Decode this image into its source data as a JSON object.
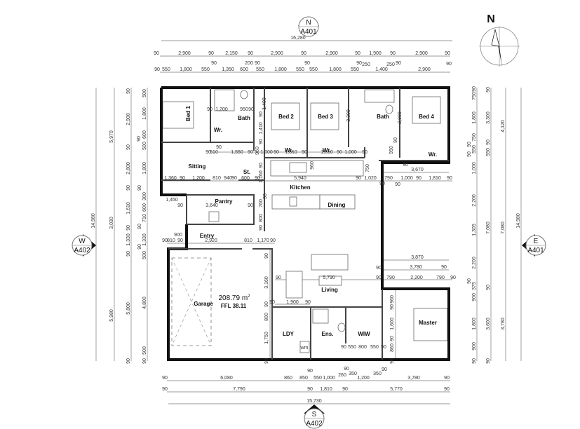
{
  "rooms": {
    "bed1": "Bed 1",
    "bath1": "Bath",
    "wr1": "Wr.",
    "bed2": "Bed 2",
    "bed3": "Bed 3",
    "bath2": "Bath",
    "bed4": "Bed 4",
    "wr2": "Wr.",
    "wr3": "Wr.",
    "wr4": "Wr.",
    "sitting": "Sitting",
    "store": "St.",
    "kitchen": "Kitchen",
    "pantry": "Pantry",
    "dining": "Dining",
    "entry": "Entry",
    "living": "Living",
    "garage": "Garage",
    "laundry": "LDY",
    "ensuite": "Ens.",
    "wiw": "WIW",
    "master": "Master",
    "washing_machine": "wm"
  },
  "summary": {
    "area": "208.79 m",
    "area_unit_sup": "2",
    "ffl": "FFL 38.11"
  },
  "compass": {
    "label": "N"
  },
  "section_markers": {
    "north": {
      "letter": "N",
      "sheet": "A401"
    },
    "south": {
      "letter": "S",
      "sheet": "A402"
    },
    "west": {
      "letter": "W",
      "sheet": "A402"
    },
    "east": {
      "letter": "E",
      "sheet": "A401"
    }
  },
  "dimensions": {
    "overall_top": "16,280",
    "overall_bottom": "15,730",
    "top_row1": [
      "90",
      "2,900",
      "90",
      "2,150",
      "90",
      "2,900",
      "90",
      "2,900",
      "90",
      "1,900",
      "90",
      "2,900",
      "90"
    ],
    "top_row2": [
      "90",
      "550",
      "1,800",
      "550",
      "90",
      "1,350",
      "600",
      "200",
      "90",
      "550",
      "1,800",
      "550",
      "90",
      "550",
      "1,800",
      "550",
      "90",
      "250",
      "1,400",
      "250",
      "90",
      "2,900",
      "90"
    ],
    "bottom_row1": [
      "90",
      "6,080",
      "860",
      "850",
      "90",
      "550",
      "1,000",
      "260",
      "90",
      "350",
      "1,200",
      "350",
      "90",
      "3,780",
      "90"
    ],
    "bottom_row2": [
      "90",
      "7,790",
      "90",
      "1,810",
      "90",
      "5,770",
      "90"
    ],
    "left_col1": "14,980",
    "left_col2": [
      "5,970",
      "3,030",
      "5,980"
    ],
    "left_col3": [
      "90",
      "2,900",
      "90",
      "2,800",
      "90",
      "1,610",
      "90",
      "1,330",
      "90",
      "5,800",
      "90"
    ],
    "left_col4": [
      "500",
      "1,800",
      "90",
      "500",
      "600",
      "1,800",
      "90",
      "300",
      "600",
      "710",
      "90",
      "1,330",
      "90",
      "500",
      "4,800",
      "500",
      "90"
    ],
    "right_col1": [
      "90",
      "750",
      "1,800",
      "750",
      "90",
      "550",
      "90",
      "1,000",
      "2,200",
      "1,305",
      "2,200",
      "90",
      "375",
      "900",
      "1,800",
      "900",
      "90"
    ],
    "right_col2": [
      "90",
      "3,300",
      "90",
      "550",
      "7,080",
      "90",
      "3,600",
      "90"
    ],
    "right_col3": [
      "4,120",
      "7,080",
      "3,780"
    ],
    "right_col4": "14,980",
    "interior": [
      "90",
      "1,200",
      "950",
      "90",
      "90",
      "510",
      "90",
      "1,550",
      "90",
      "1,000",
      "90",
      "1,810",
      "90",
      "1,810",
      "90",
      "1,000",
      "90",
      "1,360",
      "90",
      "1,200",
      "810",
      "940",
      "90",
      "600",
      "90",
      "5,940",
      "90",
      "1,020",
      "790",
      "1,000",
      "90",
      "1,810",
      "90",
      "90",
      "90",
      "3,670",
      "90",
      "1,450",
      "90",
      "3,640",
      "90",
      "900",
      "90",
      "810",
      "90",
      "2,920",
      "810",
      "1,170",
      "90",
      "3,870",
      "90",
      "3,780",
      "90",
      "90",
      "790",
      "2,200",
      "790",
      "90",
      "90",
      "5,790",
      "90",
      "1,900",
      "90",
      "90",
      "550",
      "800",
      "550",
      "90",
      "1,400",
      "90",
      "1,410",
      "90",
      "960",
      "90",
      "1,160",
      "50",
      "760",
      "800",
      "90",
      "3,300",
      "2,900",
      "950",
      "90",
      "960",
      "750",
      "90",
      "3,160",
      "90",
      "800",
      "1,750",
      "90",
      "960",
      "90",
      "1,600",
      "90",
      "860",
      "90"
    ]
  }
}
